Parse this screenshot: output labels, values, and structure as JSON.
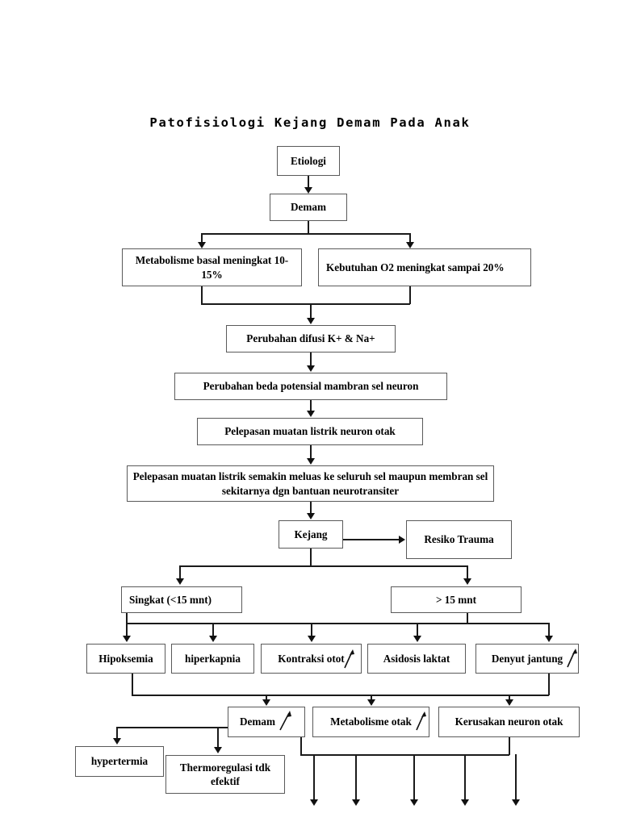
{
  "title": "Patofisiologi Kejang Demam Pada Anak",
  "diagram": {
    "type": "flowchart",
    "nodes": {
      "etiologi": "Etiologi",
      "demam_top": "Demam",
      "metabolisme_basal": "Metabolisme basal meningkat 10-15%",
      "kebutuhan_o2": "Kebutuhan O2 meningkat sampai 20%",
      "perubahan_difusi": "Perubahan difusi K+ & Na+",
      "perubahan_beda_potensial": "Perubahan beda potensial mambran sel neuron",
      "pelepasan_muatan": "Pelepasan muatan listrik neuron otak",
      "pelepasan_meluas": "Pelepasan muatan listrik semakin meluas ke seluruh sel maupun membran sel sekitarnya dgn bantuan neurotransiter",
      "kejang": "Kejang",
      "resiko_trauma": "Resiko Trauma",
      "singkat": "Singkat (<15 mnt)",
      "lebih_15": "> 15 mnt",
      "hipoksemia": "Hipoksemia",
      "hiperkapnia": "hiperkapnia",
      "kontraksi_otot": "Kontraksi otot",
      "asidosis_laktat": "Asidosis laktat",
      "denyut_jantung": "Denyut jantung",
      "demam_bottom": "Demam",
      "metabolisme_otak": "Metabolisme otak",
      "kerusakan_neuron": "Kerusakan neuron otak",
      "hypertermia": "hypertermia",
      "thermoregulasi": "Thermoregulasi tdk efektif"
    },
    "colors": {
      "box_border": "#5a5a5a",
      "connector": "#1a1a1a",
      "text": "#000000",
      "background": "#ffffff"
    }
  }
}
